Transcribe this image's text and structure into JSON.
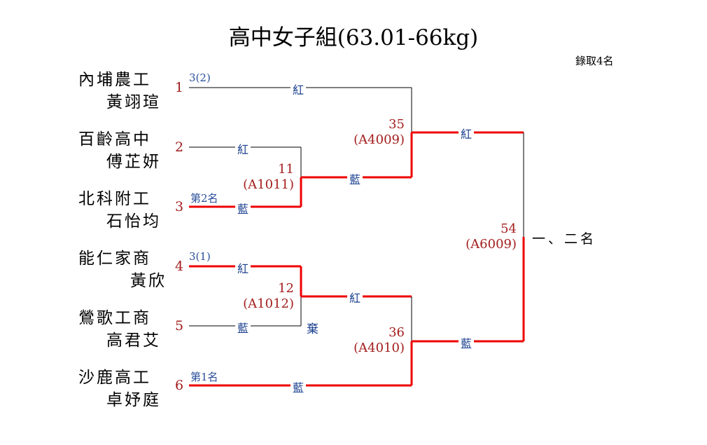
{
  "title": "高中女子組(63.01-66kg)",
  "quota": "錄取4名",
  "colors": {
    "win": "#ee0000",
    "line": "#000000",
    "seed": "#a31d1d",
    "corner": "#1a3f8f"
  },
  "entrants": [
    {
      "seed": "1",
      "school": "內埔農工",
      "name": "黃翊瑄",
      "note": "3(2)"
    },
    {
      "seed": "2",
      "school": "百齡高中",
      "name": "傅芷妍",
      "note": ""
    },
    {
      "seed": "3",
      "school": "北科附工",
      "name": "石怡均",
      "note": "第2名"
    },
    {
      "seed": "4",
      "school": "能仁家商",
      "name": "黃欣",
      "note": "3(1)"
    },
    {
      "seed": "5",
      "school": "鶯歌工商",
      "name": "高君艾",
      "note": ""
    },
    {
      "seed": "6",
      "school": "沙鹿高工",
      "name": "卓妤庭",
      "note": "第1名"
    }
  ],
  "matches": [
    {
      "no": "11",
      "code": "(A1011)",
      "top": "紅",
      "bottom": "藍",
      "winner": "bottom"
    },
    {
      "no": "12",
      "code": "(A1012)",
      "top": "紅",
      "bottom": "藍",
      "winner": "top",
      "remark": "棄"
    },
    {
      "no": "35",
      "code": "(A4009)",
      "top": "紅",
      "bottom": "藍",
      "winner": "bottom"
    },
    {
      "no": "36",
      "code": "(A4010)",
      "top": "紅",
      "bottom": "藍",
      "winner": "bottom"
    },
    {
      "no": "54",
      "code": "(A6009)",
      "top": "紅",
      "bottom": "藍",
      "winner": "bottom"
    }
  ],
  "first_round_corners": {
    "seed1": "紅",
    "seed6": "藍"
  },
  "final_result": "一、二名"
}
